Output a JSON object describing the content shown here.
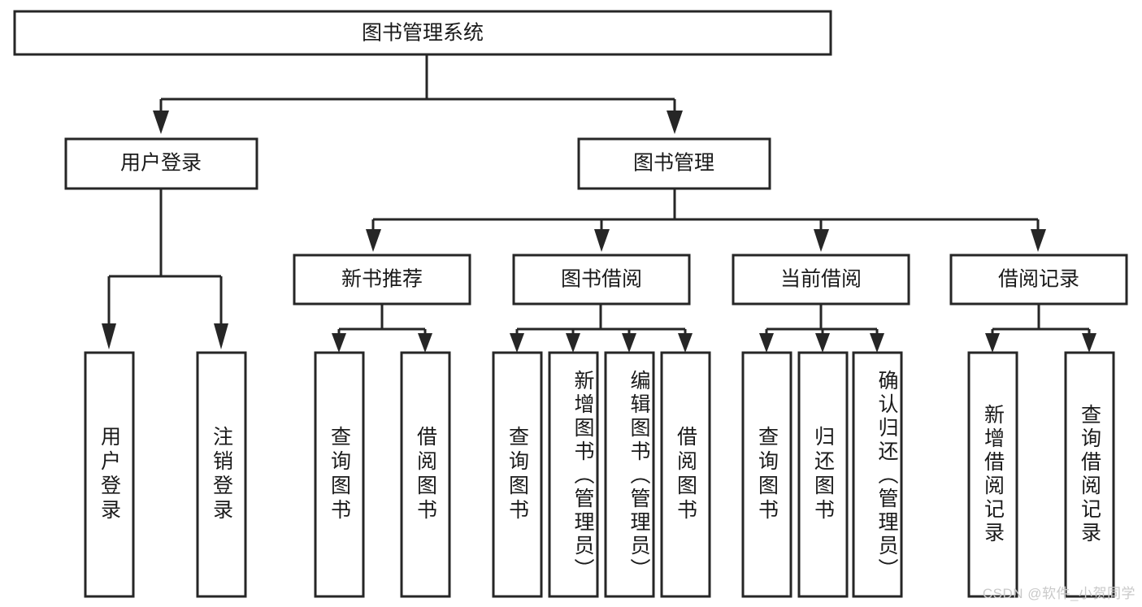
{
  "diagram": {
    "type": "tree-hierarchy",
    "title_node": "图书管理系统",
    "watermark": "CSDN @软件_小贺同学",
    "colors": {
      "stroke": "#262626",
      "fill": "#ffffff",
      "text": "#1a1a1a",
      "watermark": "#c9c9c9",
      "background": "#ffffff"
    },
    "nodes": {
      "root": {
        "label": "图书管理系统",
        "level": 1,
        "orientation": "horizontal"
      },
      "l2_a": {
        "label": "用户登录",
        "level": 2,
        "orientation": "horizontal"
      },
      "l2_b": {
        "label": "图书管理",
        "level": 2,
        "orientation": "horizontal"
      },
      "l3_a": {
        "label": "新书推荐",
        "level": 3,
        "orientation": "horizontal"
      },
      "l3_b": {
        "label": "图书借阅",
        "level": 3,
        "orientation": "horizontal"
      },
      "l3_c": {
        "label": "当前借阅",
        "level": 3,
        "orientation": "horizontal"
      },
      "l3_d": {
        "label": "借阅记录",
        "level": 3,
        "orientation": "horizontal"
      },
      "leaf_1": {
        "label": "用户登录",
        "level": 4,
        "orientation": "vertical",
        "parent": "用户登录"
      },
      "leaf_2": {
        "label": "注销登录",
        "level": 4,
        "orientation": "vertical",
        "parent": "用户登录"
      },
      "leaf_3": {
        "label": "查询图书",
        "level": 4,
        "orientation": "vertical",
        "parent": "新书推荐"
      },
      "leaf_4": {
        "label": "借阅图书",
        "level": 4,
        "orientation": "vertical",
        "parent": "新书推荐"
      },
      "leaf_5": {
        "label": "查询图书",
        "level": 4,
        "orientation": "vertical",
        "parent": "图书借阅"
      },
      "leaf_6": {
        "label": "新增图书（管理员）",
        "level": 4,
        "orientation": "vertical",
        "parent": "图书借阅"
      },
      "leaf_7": {
        "label": "编辑图书（管理员）",
        "level": 4,
        "orientation": "vertical",
        "parent": "图书借阅"
      },
      "leaf_8": {
        "label": "借阅图书",
        "level": 4,
        "orientation": "vertical",
        "parent": "图书借阅"
      },
      "leaf_9": {
        "label": "查询图书",
        "level": 4,
        "orientation": "vertical",
        "parent": "当前借阅"
      },
      "leaf_10": {
        "label": "归还图书",
        "level": 4,
        "orientation": "vertical",
        "parent": "当前借阅"
      },
      "leaf_11": {
        "label": "确认归还（管理员）",
        "level": 4,
        "orientation": "vertical",
        "parent": "当前借阅"
      },
      "leaf_12": {
        "label": "新增借阅记录",
        "level": 4,
        "orientation": "vertical",
        "parent": "借阅记录"
      },
      "leaf_13": {
        "label": "查询借阅记录",
        "level": 4,
        "orientation": "vertical",
        "parent": "借阅记录"
      }
    }
  }
}
